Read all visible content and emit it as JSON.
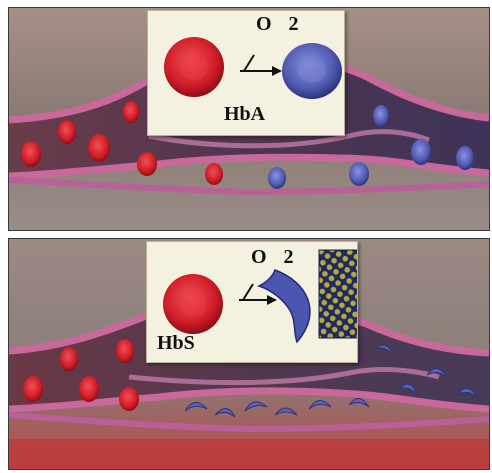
{
  "top_panel": {
    "oxygen_label": "O 2",
    "hemoglobin_label": "HbA"
  },
  "bottom_panel": {
    "oxygen_label": "O 2",
    "hemoglobin_label": "HbS"
  },
  "colors": {
    "background": "#8f8078",
    "vessel_wall": "#c9689b",
    "vessel_lumen": "#5a3b50",
    "oxygenated_cell": "#d91e2a",
    "deoxygenated_cell": "#5a63b8",
    "card": "#f4f1e0"
  }
}
